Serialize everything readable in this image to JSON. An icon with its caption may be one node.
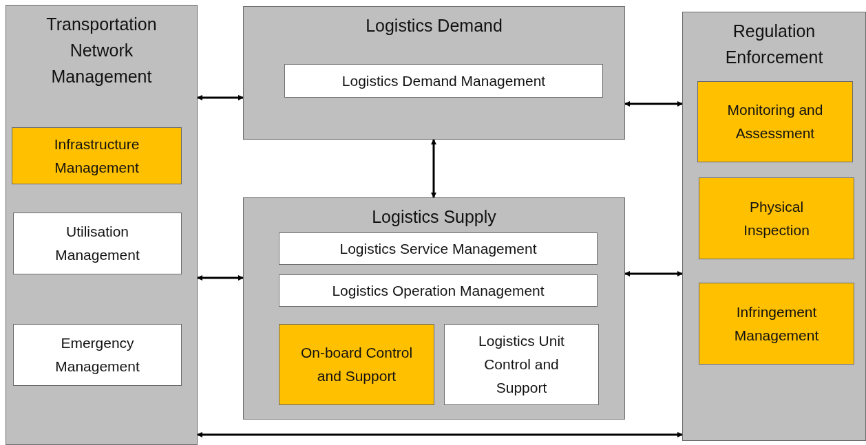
{
  "diagram": {
    "nodes": [
      {
        "text": [
          "Transportation Network Management"
        ]
      },
      {
        "text": [
          "Infrastructure Management"
        ],
        "in": 0
      },
      {
        "text": [
          "Utilisation Management"
        ],
        "in": 0
      },
      {
        "text": [
          "Emergency Management"
        ],
        "in": 0
      },
      {
        "text": [
          "Logistics Demand"
        ]
      },
      {
        "text": [
          "Logistics Demand Management"
        ],
        "in": 4
      },
      {
        "text": [
          "Logistics Supply"
        ]
      },
      {
        "text": [
          "Logistics Service Management"
        ],
        "in": 6
      },
      {
        "text": [
          "Logistics Operation Management"
        ],
        "in": 6
      },
      {
        "text": [
          "On-board Control and Support"
        ],
        "in": 6
      },
      {
        "text": [
          "Logistics Unit Control and Support"
        ],
        "in": 6
      },
      {
        "text": [
          "Regulation Enforcement"
        ]
      },
      {
        "text": [
          "Monitoring and Assessment"
        ],
        "in": 11
      },
      {
        "text": [
          "Physical Inspection"
        ],
        "in": 11
      },
      {
        "text": [
          "Infringement Management"
        ],
        "in": 11
      }
    ],
    "edges": [
      {
        "from": 0,
        "to": 4,
        "arrow": "both"
      },
      {
        "from": 4,
        "to": 11,
        "arrow": "both"
      },
      {
        "from": 4,
        "to": 6,
        "arrow": "both"
      },
      {
        "from": 0,
        "to": 6,
        "arrow": "both"
      },
      {
        "from": 6,
        "to": 11,
        "arrow": "both"
      },
      {
        "from": 0,
        "to": 11,
        "arrow": "both"
      }
    ]
  }
}
